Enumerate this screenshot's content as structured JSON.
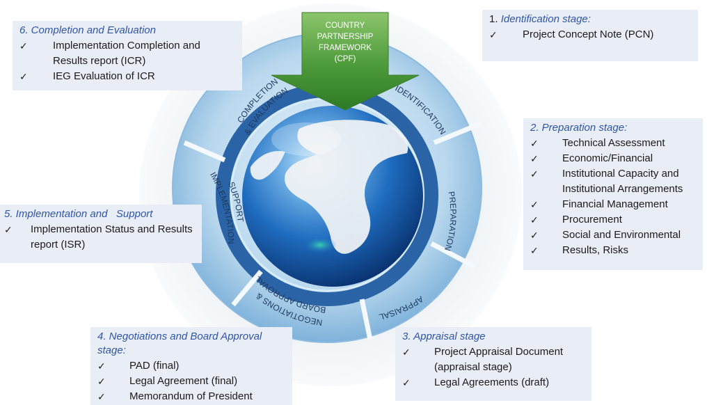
{
  "colors": {
    "title_blue": "#2f55a4",
    "ring_dark": "#2a63a6",
    "ring_light": "#a9cde8",
    "arrow_green": "#4c9a3a"
  },
  "cpf_arrow": {
    "lines": [
      "COUNTRY",
      "PARTNERSHIP",
      "FRAMEWORK",
      "(CPF)"
    ]
  },
  "ring_labels": {
    "identification": "IDENTIFICATION",
    "preparation": "PREPARATION",
    "appraisal": "APPRAISAL",
    "negotiations": [
      "NEGOTIATIONS &",
      "BOARD APPROVAL"
    ],
    "implementation": [
      "IMPLEMENTATION",
      "SUPPORT"
    ],
    "completion": [
      "COMPLETION",
      "& EVALUATION"
    ]
  },
  "panels": {
    "identification": {
      "number": "1.",
      "title": "Identification stage:",
      "items": [
        "Project Concept Note (PCN)"
      ]
    },
    "preparation": {
      "title": "2. Preparation stage:",
      "items": [
        "Technical Assessment",
        "Economic/Financial",
        "Institutional Capacity and Institutional Arrangements",
        "Financial Management",
        "Procurement",
        "Social and Environmental",
        "Results, Risks"
      ]
    },
    "appraisal": {
      "title": "3. Appraisal stage",
      "items": [
        "Project Appraisal Document (appraisal stage)",
        "Legal Agreements (draft)"
      ]
    },
    "negotiations": {
      "title": "4. Negotiations and Board Approval stage:",
      "items": [
        "PAD (final)",
        "Legal Agreement (final)",
        "Memorandum of President"
      ]
    },
    "implementation": {
      "title": "5. Implementation and   Support",
      "items": [
        "Implementation Status and Results report (ISR)"
      ]
    },
    "completion": {
      "title": "6. Completion and Evaluation",
      "items": [
        "Implementation Completion and Results report (ICR)",
        "IEG Evaluation of ICR"
      ]
    },
    "check_mark": "✓"
  }
}
